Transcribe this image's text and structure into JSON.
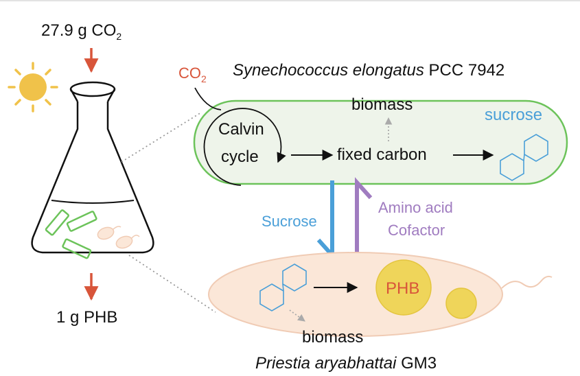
{
  "input": {
    "amount": "27.9 g CO",
    "sub": "2"
  },
  "output": {
    "amount": "1 g PHB"
  },
  "cyano": {
    "species": "Synechococcus elongatus",
    "strain": " PCC 7942",
    "co2_label": "CO",
    "co2_sub": "2",
    "cycle_line1": "Calvin",
    "cycle_line2": "cycle",
    "fixed_carbon": "fixed carbon",
    "biomass": "biomass",
    "sucrose": "sucrose"
  },
  "exchange": {
    "sucrose": "Sucrose",
    "amino_acid": "Amino acid",
    "cofactor": "Cofactor"
  },
  "bacterium": {
    "species": "Priestia aryabhattai",
    "strain": " GM3",
    "biomass": "biomass",
    "product": "PHB"
  },
  "colors": {
    "red": "#d8553a",
    "green": "#6cc35a",
    "blue": "#4a9fd8",
    "purple": "#a07cc0",
    "sun": "#f0c24a",
    "phb": "#efd55a",
    "cyano_fill": "#eef4ea",
    "bact_fill": "#fbe7d8"
  }
}
